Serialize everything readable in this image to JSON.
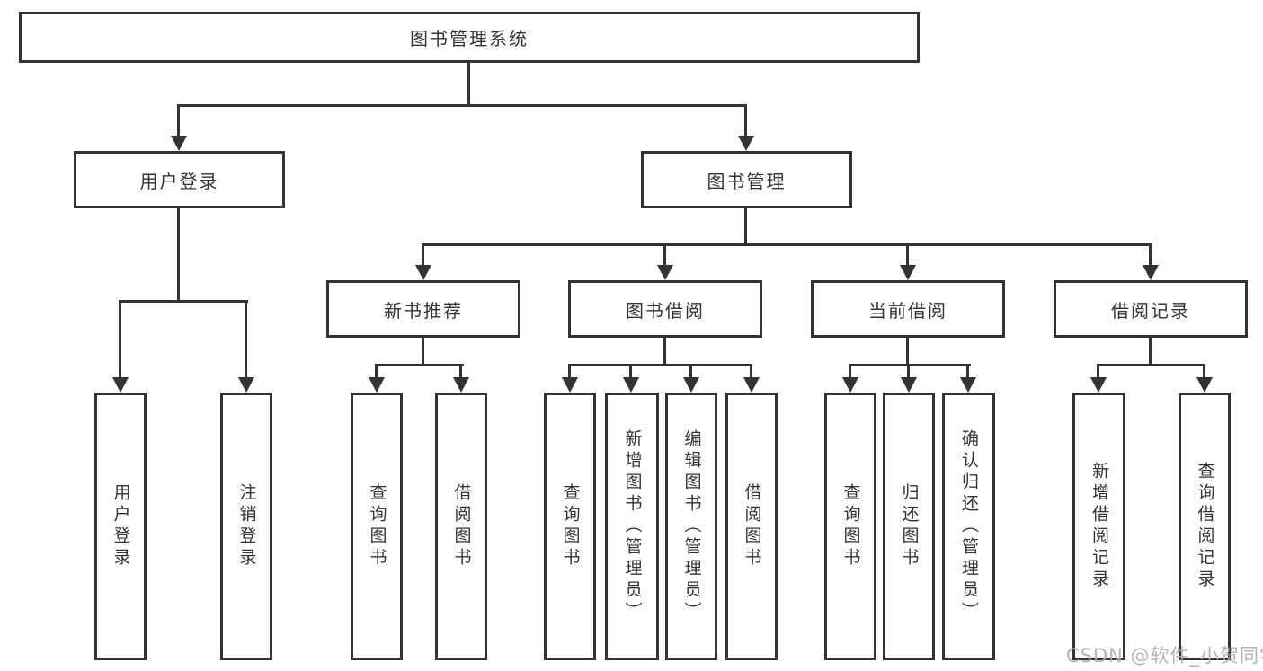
{
  "diagram": {
    "root_label": "图书管理系统",
    "user_login": {
      "label": "用户登录",
      "children": [
        "用户登录",
        "注销登录"
      ]
    },
    "book_mgmt": {
      "label": "图书管理",
      "sections": [
        {
          "label": "新书推荐",
          "children": [
            "查询图书",
            "借阅图书"
          ]
        },
        {
          "label": "图书借阅",
          "children": [
            "查询图书",
            "新增图书（管理员）",
            "编辑图书（管理员）",
            "借阅图书"
          ]
        },
        {
          "label": "当前借阅",
          "children": [
            "查询图书",
            "归还图书",
            "确认归还（管理员）"
          ]
        },
        {
          "label": "借阅记录",
          "children": [
            "新增借阅记录",
            "查询借阅记录"
          ]
        }
      ]
    }
  },
  "watermark": "CSDN @软件_小贺同学",
  "colors": {
    "line": "#333333",
    "text": "#333333",
    "box_fill": "#ffffff",
    "watermark": "#acacac",
    "background": "#ffffff"
  }
}
